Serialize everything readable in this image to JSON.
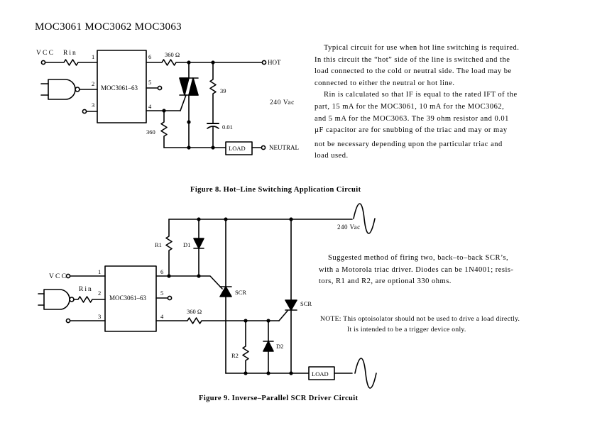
{
  "header": {
    "title": "MOC3061 MOC3062 MOC3063"
  },
  "fig8": {
    "caption": "Figure 8. Hot–Line Switching Application Circuit",
    "description": [
      "Typical circuit for use when hot line switching is required.",
      "In this circuit the “hot” side of the line is switched and the",
      "load connected to the cold or neutral side. The load may be",
      "connected to either the neutral or hot line."
    ],
    "description2": [
      "Rin is calculated so that IF is equal to the rated IFT of the",
      "part, 15 mA for the MOC3061, 10 mA for the MOC3062,",
      "and 5 mA for the MOC3063. The 39 ohm resistor and 0.01",
      "µF capacitor are for snubbing of the triac and may or may",
      "not be necessary depending upon the particular triac and",
      "load used."
    ],
    "labels": {
      "vcc": "VCC",
      "rin": "Rin",
      "chip": "MOC3061–63",
      "pin1": "1",
      "pin2": "2",
      "pin3": "3",
      "pin4": "4",
      "pin5": "5",
      "pin6": "6",
      "r360_top": "360 Ω",
      "r360_bottom": "360",
      "r39": "39",
      "cap": "0.01",
      "voltage": "240 Vac",
      "hot": "HOT",
      "neutral": "NEUTRAL",
      "load": "LOAD"
    }
  },
  "fig9": {
    "caption": "Figure 9. Inverse–Parallel SCR Driver Circuit",
    "description": [
      "Suggested method of firing two, back–to–back SCR’s,",
      "with a Motorola triac driver. Diodes can be 1N4001; resis-",
      "tors, R1 and R2, are optional 330 ohms."
    ],
    "note": [
      "NOTE: This optoisolator should not be used to drive a load directly.",
      "It is intended to be a trigger device only."
    ],
    "labels": {
      "vcc": "VCC",
      "rin": "Rin",
      "chip": "MOC3061–63",
      "pin1": "1",
      "pin2": "2",
      "pin3": "3",
      "pin4": "4",
      "pin5": "5",
      "pin6": "6",
      "r360": "360 Ω",
      "r1": "R1",
      "d1": "D1",
      "r2": "R2",
      "d2": "D2",
      "scr1": "SCR",
      "scr2": "SCR",
      "voltage": "240 Vac",
      "load": "LOAD"
    }
  }
}
